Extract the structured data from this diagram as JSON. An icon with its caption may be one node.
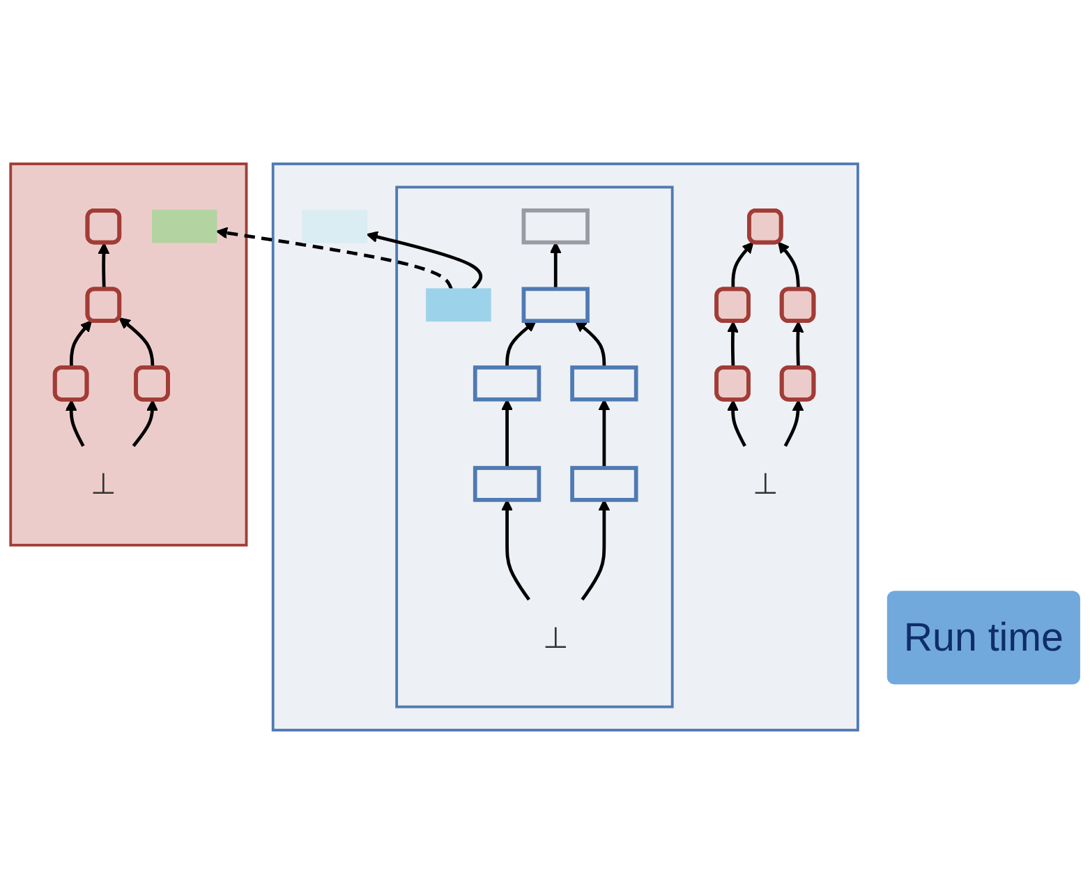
{
  "diagram": {
    "nodes": [
      {
        "text": [
          "Run time"
        ]
      },
      {
        "text": [],
        "shape": "box"
      },
      {
        "text": [],
        "shape": "box",
        "in": 1
      },
      {
        "text": [],
        "shape": "box",
        "in": 2
      },
      {
        "text": [],
        "shape": "box",
        "in": 2
      },
      {
        "text": [],
        "shape": "box",
        "in": 2
      },
      {
        "text": [],
        "shape": "box",
        "in": 2
      },
      {
        "text": [],
        "shape": "box",
        "in": 2
      },
      {
        "text": [],
        "shape": "box",
        "in": 2
      },
      {
        "text": [],
        "shape": "box",
        "in": 2
      },
      {
        "text": [
          "⊥"
        ],
        "in": 2
      },
      {
        "text": [],
        "shape": "box",
        "in": 1
      },
      {
        "text": [],
        "shape": "box",
        "in": 1
      },
      {
        "text": [],
        "shape": "box",
        "in": 1
      },
      {
        "text": [],
        "shape": "box",
        "in": 1
      },
      {
        "text": [],
        "shape": "box",
        "in": 1
      },
      {
        "text": [],
        "shape": "box",
        "in": 1
      },
      {
        "text": [
          "⊥"
        ],
        "in": 1
      },
      {
        "text": [],
        "shape": "box"
      },
      {
        "text": [],
        "shape": "box",
        "in": 18
      },
      {
        "text": [],
        "shape": "box",
        "in": 18
      },
      {
        "text": [],
        "shape": "box",
        "in": 18
      },
      {
        "text": [],
        "shape": "box",
        "in": 18
      },
      {
        "text": [],
        "shape": "box",
        "in": 18
      },
      {
        "text": [
          "⊥"
        ],
        "in": 18
      }
    ],
    "edges": [
      {
        "from": 3,
        "to": 19,
        "arrow": "to",
        "style": "dashed"
      },
      {
        "from": 3,
        "to": 11,
        "arrow": "to"
      },
      {
        "from": 5,
        "to": 4,
        "arrow": "to"
      },
      {
        "from": 6,
        "to": 5,
        "arrow": "to"
      },
      {
        "from": 7,
        "to": 5,
        "arrow": "to"
      },
      {
        "from": 8,
        "to": 6,
        "arrow": "to"
      },
      {
        "from": 9,
        "to": 7,
        "arrow": "to"
      },
      {
        "from": 10,
        "to": 8,
        "arrow": "to"
      },
      {
        "from": 10,
        "to": 9,
        "arrow": "to"
      },
      {
        "from": 13,
        "to": 12,
        "arrow": "to"
      },
      {
        "from": 14,
        "to": 12,
        "arrow": "to"
      },
      {
        "from": 15,
        "to": 13,
        "arrow": "to"
      },
      {
        "from": 16,
        "to": 14,
        "arrow": "to"
      },
      {
        "from": 17,
        "to": 15,
        "arrow": "to"
      },
      {
        "from": 17,
        "to": 16,
        "arrow": "to"
      },
      {
        "from": 21,
        "to": 20,
        "arrow": "to"
      },
      {
        "from": 22,
        "to": 21,
        "arrow": "to"
      },
      {
        "from": 23,
        "to": 21,
        "arrow": "to"
      },
      {
        "from": 24,
        "to": 22,
        "arrow": "to"
      },
      {
        "from": 24,
        "to": 23,
        "arrow": "to"
      }
    ]
  }
}
